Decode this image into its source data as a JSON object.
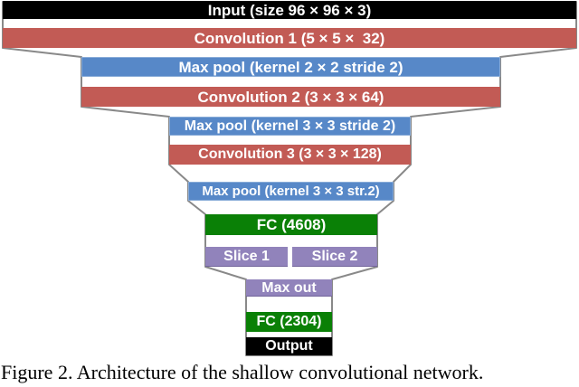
{
  "figure": {
    "caption": "Figure 2. Architecture of the shallow convolutional network."
  },
  "colors": {
    "input_output": "#000000",
    "convolution": "#C25B55",
    "max_pool": "#5788C8",
    "fully_connected": "#0A8006",
    "slice_maxout": "#9183BB",
    "outline": "#898989",
    "label_text": "#FFFFFF",
    "background": "#FFFFFF"
  },
  "layers": [
    {
      "id": "input",
      "type": "input",
      "label": "Input (size 96 × 96 × 3)"
    },
    {
      "id": "conv1",
      "type": "convolution",
      "label": "Convolution 1 (5 × 5 ×  32)"
    },
    {
      "id": "pool1",
      "type": "max_pool",
      "label": "Max pool (kernel 2 × 2 stride 2)"
    },
    {
      "id": "conv2",
      "type": "convolution",
      "label": "Convolution 2 (3 × 3 × 64)"
    },
    {
      "id": "pool2",
      "type": "max_pool",
      "label": "Max pool (kernel 3 × 3 stride 2)"
    },
    {
      "id": "conv3",
      "type": "convolution",
      "label": "Convolution 3 (3 × 3 × 128)"
    },
    {
      "id": "pool3",
      "type": "max_pool",
      "label": "Max pool (kernel 3 × 3 str.2)"
    },
    {
      "id": "fc1",
      "type": "fully_connected",
      "label": "FC (4608)"
    },
    {
      "id": "slice1",
      "type": "slice",
      "label": "Slice 1"
    },
    {
      "id": "slice2",
      "type": "slice",
      "label": "Slice 2"
    },
    {
      "id": "maxout",
      "type": "maxout",
      "label": "Max out"
    },
    {
      "id": "fc2",
      "type": "fully_connected",
      "label": "FC (2304)"
    },
    {
      "id": "output",
      "type": "output",
      "label": "Output"
    }
  ]
}
